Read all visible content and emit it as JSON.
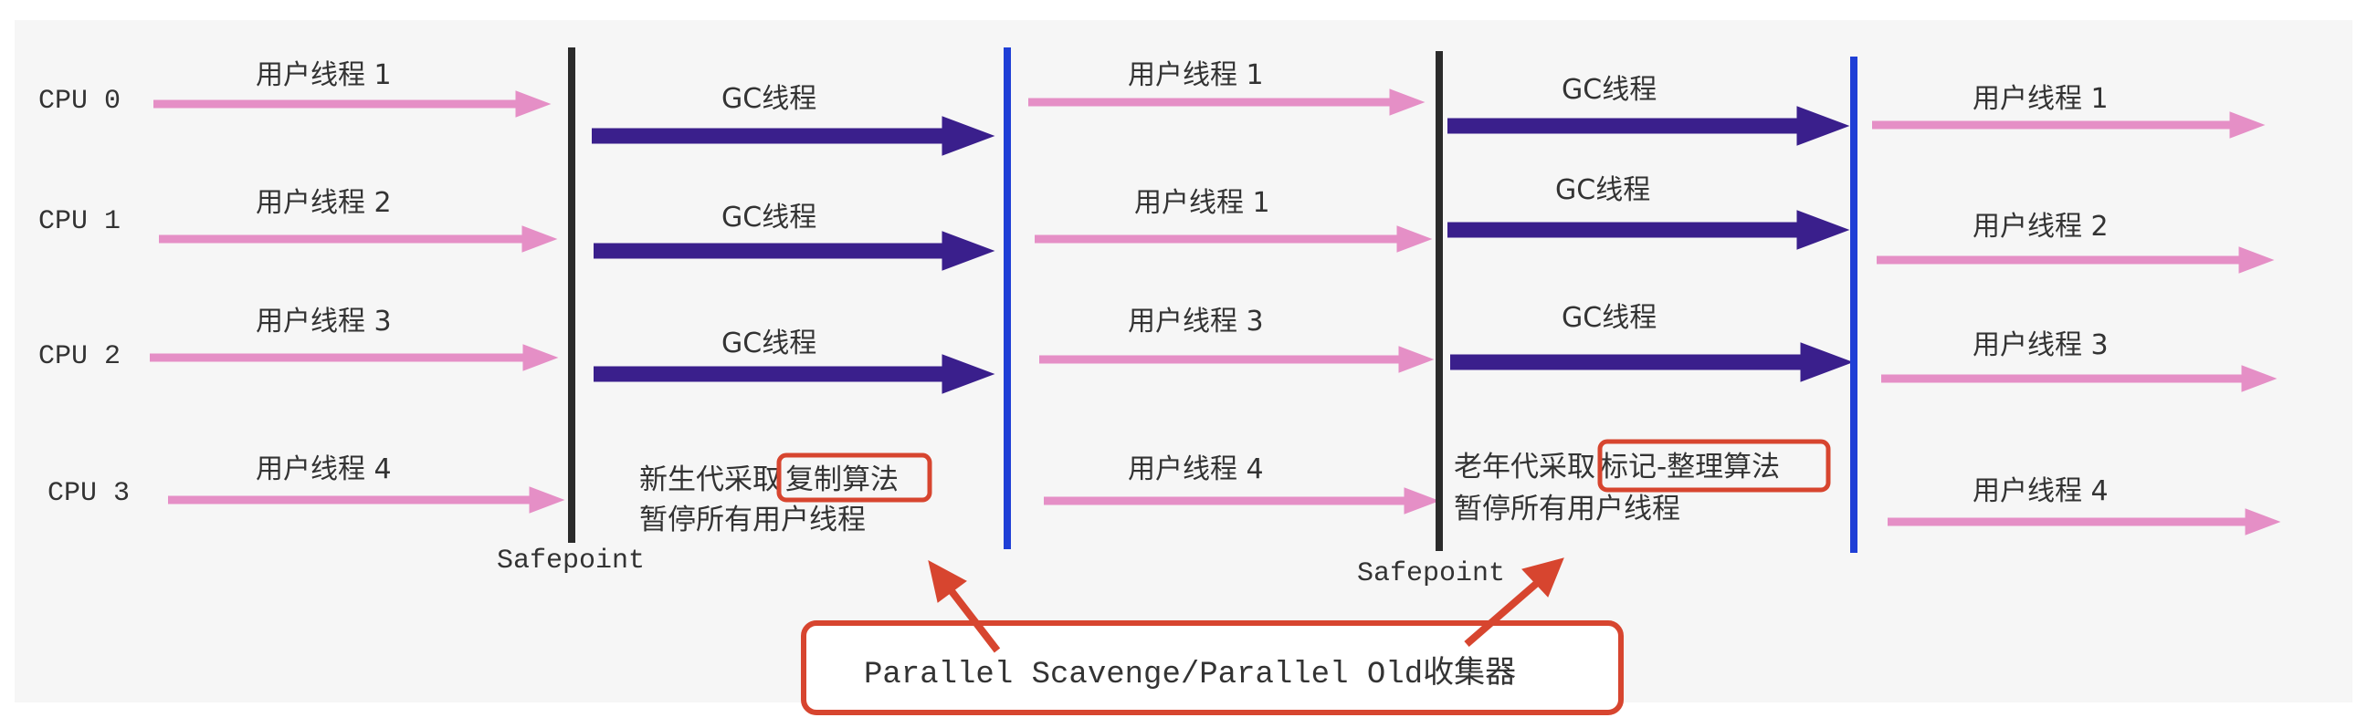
{
  "cpu_labels": [
    "CPU 0",
    "CPU 1",
    "CPU 2",
    "CPU 3"
  ],
  "phase1": {
    "threads": [
      "用户线程 1",
      "用户线程 2",
      "用户线程 3",
      "用户线程 4"
    ]
  },
  "safepoint1": {
    "label": "Safepoint"
  },
  "gc1": {
    "threads": [
      "GC线程",
      "GC线程",
      "GC线程"
    ],
    "desc_prefix": "新生代采取",
    "desc_highlight": "复制算法",
    "desc_line2": "暂停所有用户线程"
  },
  "phase2": {
    "threads": [
      "用户线程 1",
      "用户线程 1",
      "用户线程 3",
      "用户线程 4"
    ]
  },
  "safepoint2": {
    "label": "Safepoint"
  },
  "gc2": {
    "threads": [
      "GC线程",
      "GC线程",
      "GC线程"
    ],
    "desc_prefix": "老年代采取",
    "desc_highlight": "标记-整理算法",
    "desc_line2": "暂停所有用户线程"
  },
  "phase3": {
    "threads": [
      "用户线程 1",
      "用户线程 2",
      "用户线程 3",
      "用户线程 4"
    ]
  },
  "collector_label_ascii": "Parallel Scavenge/Parallel Old",
  "collector_label_cjk": "收集器",
  "colors": {
    "background": "#f6f6f6",
    "user_thread_arrow": "#e58fc6",
    "gc_thread_arrow": "#3a1f8c",
    "safepoint_line": "#2b2b2b",
    "phase_end_line": "#1f3fd6",
    "highlight_box": "#d7452f",
    "text": "#333333"
  }
}
